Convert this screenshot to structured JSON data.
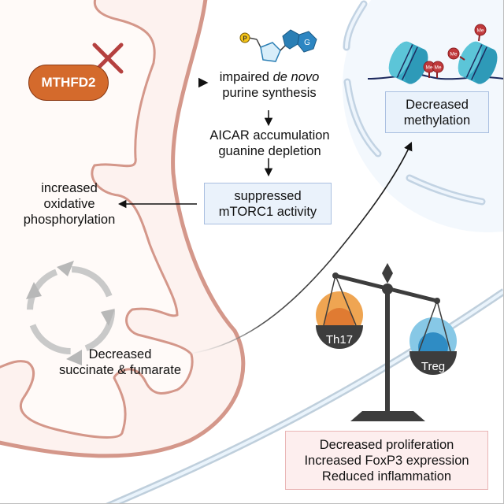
{
  "figure": {
    "title": "MTHFD2 inhibition metabolic and epigenetic effects in T cells"
  },
  "enzyme": {
    "label": "MTHFD2",
    "status_icon": "x-mark-icon",
    "color": "#d46a2c"
  },
  "pathway": {
    "step1": {
      "line1_prefix": "impaired ",
      "line1_italic": "de novo",
      "line2": "purine synthesis"
    },
    "step2": {
      "line1": "AICAR accumulation",
      "line2": "guanine depletion"
    },
    "step3": {
      "line1": "suppressed",
      "line2": "mTORC1 activity"
    }
  },
  "purine_molecule": {
    "phosphate_label": "P",
    "base_label": "G"
  },
  "mitochondria": {
    "oxphos": {
      "line1": "increased",
      "line2": "oxidative",
      "line3": "phosphorylation"
    },
    "tca": {
      "line1": "Decreased",
      "line2": "succinate & fumarate"
    }
  },
  "nucleus": {
    "methyl_label": "Me",
    "methylation_box": {
      "line1": "Decreased",
      "line2": "methylation"
    }
  },
  "balance": {
    "left_cell": "Th17",
    "right_cell": "Treg",
    "left_color": "#e98a35",
    "right_color": "#3b9fd1"
  },
  "outcomes": {
    "line1": "Decreased proliferation",
    "line2": "Increased FoxP3 expression",
    "line3": "Reduced inflammation"
  },
  "colors": {
    "mito_membrane": "#d4978a",
    "mito_fill": "#fdf2ef",
    "nucleus_fill": "#f3f8fd",
    "nucleus_membrane": "#c2d3e3",
    "histone": "#45b6cc",
    "methyl": "#c0393b"
  }
}
